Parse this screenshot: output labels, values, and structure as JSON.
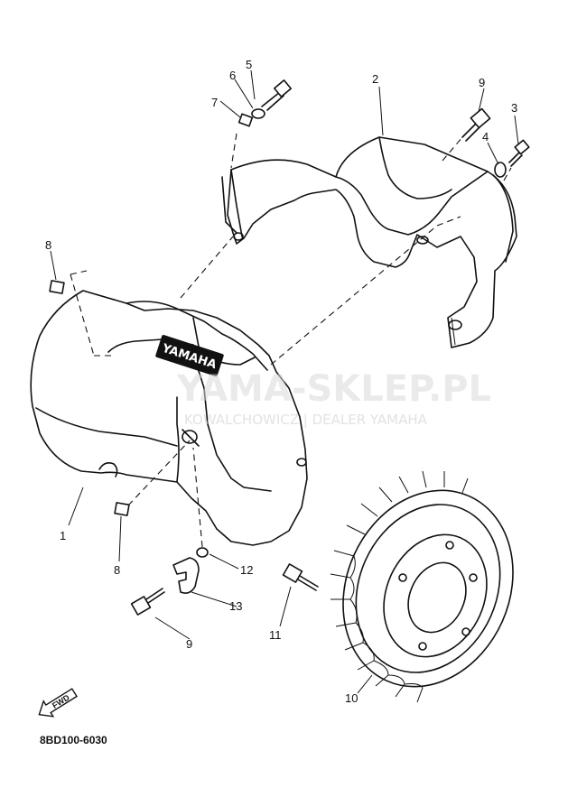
{
  "diagram_code": "8BD100-6030",
  "watermark": {
    "main": "YAMA-SKLEP.PL",
    "sub": "KOWALCHOWICZ | DEALER YAMAHA"
  },
  "shroud_logo": "YAMAHA",
  "fwd_label": "FWD",
  "callouts": {
    "c1": "1",
    "c2": "2",
    "c3": "3",
    "c4": "4",
    "c5": "5",
    "c6": "6",
    "c7": "7",
    "c8a": "8",
    "c8b": "8",
    "c9a": "9",
    "c9b": "9",
    "c10": "10",
    "c11": "11",
    "c12": "12",
    "c13": "13"
  },
  "colors": {
    "ink": "#111111",
    "watermark": "#d9d9d9",
    "watermark_logo": "#e8a0a0"
  },
  "icons": [
    "fwd-arrow-icon",
    "yamaha-watermark-logo-icon"
  ]
}
